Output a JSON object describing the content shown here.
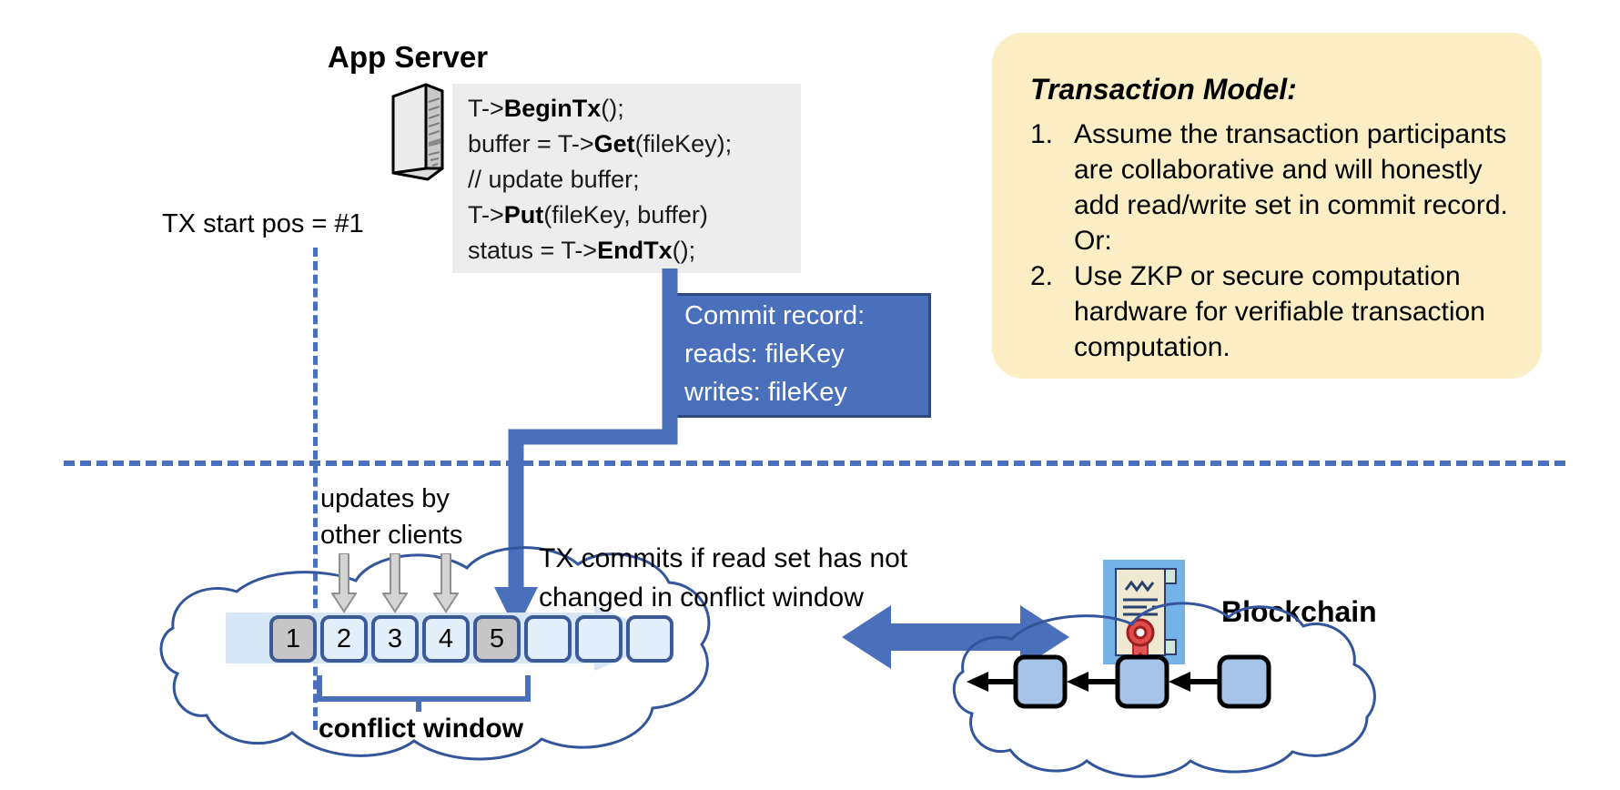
{
  "app_server": {
    "title": "App Server",
    "icon": "server-tower-icon",
    "code_lines": [
      {
        "plain1": "T->",
        "bold": "BeginTx",
        "plain2": "();"
      },
      {
        "plain1": "buffer = T->",
        "bold": "Get",
        "plain2": "(fileKey);"
      },
      {
        "plain1": "// update buffer;",
        "bold": "",
        "plain2": ""
      },
      {
        "plain1": "T->",
        "bold": "Put",
        "plain2": "(fileKey, buffer)"
      },
      {
        "plain1": "status = T->",
        "bold": "EndTx",
        "plain2": "();"
      }
    ]
  },
  "commit_record": {
    "line0": "Commit record:",
    "line1": "reads: fileKey",
    "line2": "writes: fileKey",
    "bg_color": "#4a6fbb",
    "border_color": "#30497c",
    "text_color": "#ffffff"
  },
  "tx_start": {
    "label": "TX start pos = #1",
    "line_color": "#4a6fbb"
  },
  "divider": {
    "color": "#4a6fbb"
  },
  "annotations": {
    "updates_line1": "updates by",
    "updates_line2": "other clients",
    "tx_commits_line1": "TX commits if read set has not",
    "tx_commits_line2": "changed in conflict window",
    "conflict_window": "conflict window"
  },
  "log": {
    "slots": [
      {
        "label": "1",
        "fill": "gray"
      },
      {
        "label": "2",
        "fill": "blue"
      },
      {
        "label": "3",
        "fill": "blue"
      },
      {
        "label": "4",
        "fill": "blue"
      },
      {
        "label": "5",
        "fill": "gray"
      },
      {
        "label": "",
        "fill": "blue"
      },
      {
        "label": "",
        "fill": "blue"
      },
      {
        "label": "",
        "fill": "blue"
      }
    ],
    "slot_border_color": "#3c5a96",
    "gray_fill": "#c6c6c6",
    "blue_fill": "#e3eefb"
  },
  "blockchain": {
    "label": "Blockchain",
    "cert_icon": "certificate-seal-icon",
    "block_count": 3,
    "block_color": "#a6c4e8"
  },
  "tx_model": {
    "title": "Transaction Model:",
    "bg_color": "#fbeec4",
    "items": [
      {
        "num": "1.",
        "text": "Assume the transaction participants are collaborative and will honestly add read/write set in commit record.  Or:"
      },
      {
        "num": "2.",
        "text": "Use ZKP or secure computation hardware for verifiable transaction computation."
      }
    ]
  }
}
